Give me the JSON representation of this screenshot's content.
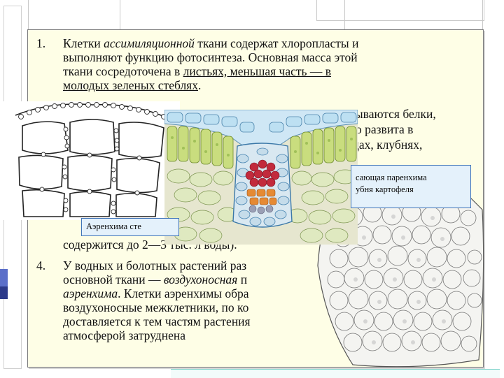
{
  "item1": {
    "number": "1.",
    "lines": [
      {
        "text": "Клетки ",
        "italic": "ассимиляционной",
        "after": " ткани содержат хлоропласты и"
      },
      {
        "text": "выполняют функцию фотосинтеза. Основная масса этой"
      },
      {
        "text": "ткани сосредоточена в ",
        "under": "листьях, меньшая часть — в"
      },
      {
        "text": "",
        "under": "молодых зеленых стеблях",
        "after": "."
      }
    ]
  },
  "item2_fragments": {
    "line1": "дываются белки,",
    "line2": "о развита в",
    "line3": "дах, клубнях,"
  },
  "item3": {
    "number": "",
    "line": "содержится до 2—3 тыс. л воды)."
  },
  "item4": {
    "number": "4.",
    "lines": [
      {
        "text": "У водных и болотных растений раз"
      },
      {
        "text": "основной ткани — ",
        "italic": "воздухоносная",
        "after": " п"
      },
      {
        "text": "",
        "italic": "аэренхима",
        "after": ". Клетки аэренхимы обра"
      },
      {
        "text": "воздухоносные межклетники, по ко"
      },
      {
        "text": "доставляется к тем частям растения"
      },
      {
        "text": "атмосферой затруднена"
      }
    ]
  },
  "captions": {
    "aerenchyma": "Аэренхима сте",
    "storage_line1": "сающая паренхима",
    "storage_line2": "убня картофеля"
  },
  "icons": [
    "aerenchyma-micrograph",
    "leaf-cross-section-illustration",
    "potato-tuber-parenchyma-drawing"
  ],
  "colors": {
    "slide_background": "#fefee6",
    "caption_background": "#e4f1fb",
    "caption_border": "#3f74b8",
    "accent_blue": "#5b6fc9"
  }
}
